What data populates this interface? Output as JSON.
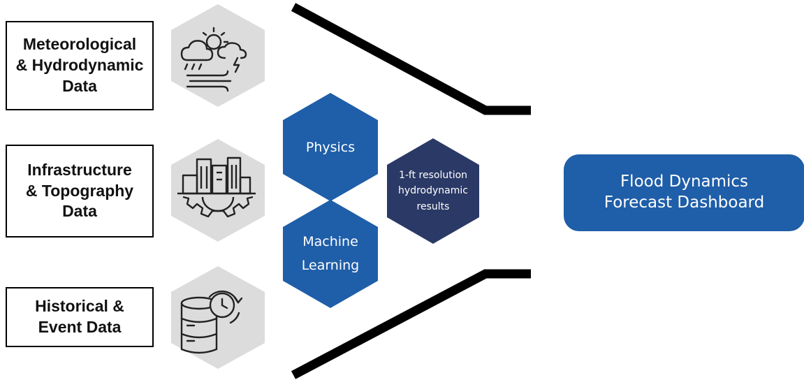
{
  "inputs": [
    {
      "lines": [
        "Meteorological",
        "& Hydrodynamic",
        "Data"
      ],
      "icon": "weather-icon"
    },
    {
      "lines": [
        "Infrastructure",
        "& Topography",
        "Data"
      ],
      "icon": "city-gear-icon"
    },
    {
      "lines": [
        "Historical &",
        "Event Data"
      ],
      "icon": "database-clock-icon"
    }
  ],
  "methods": {
    "physics": {
      "lines": [
        "Physics"
      ]
    },
    "machine_learning": {
      "lines": [
        "Machine",
        "Learning"
      ]
    }
  },
  "result": {
    "lines": [
      "1-ft resolution",
      "hydrodynamic",
      "results"
    ]
  },
  "output": {
    "lines": [
      "Flood Dynamics",
      "Forecast Dashboard"
    ]
  },
  "colors": {
    "hex_gray": "#dcdcdc",
    "method_blue": "#1f5ea8",
    "result_navy": "#2b3966",
    "dashboard_blue": "#1f5ea8",
    "funnel_line": "#000000"
  }
}
